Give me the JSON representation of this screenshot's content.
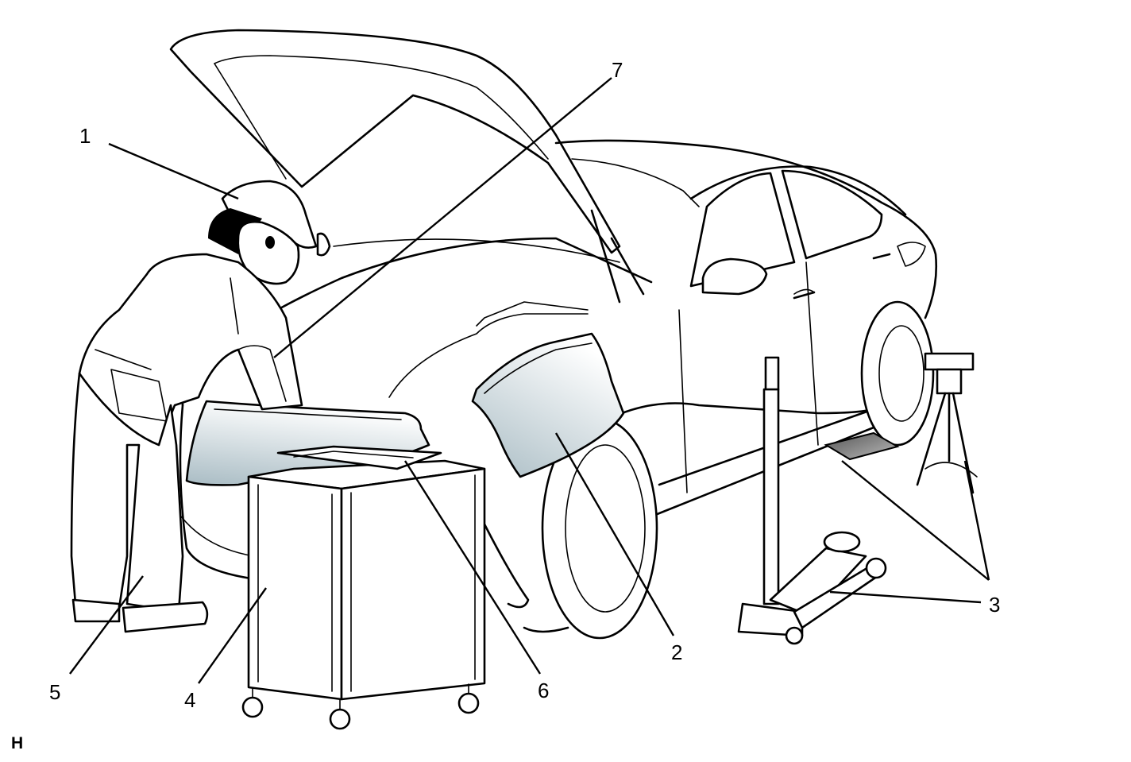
{
  "callouts": [
    {
      "id": "1",
      "text": "1"
    },
    {
      "id": "2",
      "text": "2"
    },
    {
      "id": "3",
      "text": "3"
    },
    {
      "id": "4",
      "text": "4"
    },
    {
      "id": "5",
      "text": "5"
    },
    {
      "id": "6",
      "text": "6"
    },
    {
      "id": "7",
      "text": "7"
    }
  ],
  "corner_code": "H",
  "colors": {
    "line": "#000000",
    "cover_tint": "#a9bcc4",
    "background": "#ffffff"
  }
}
